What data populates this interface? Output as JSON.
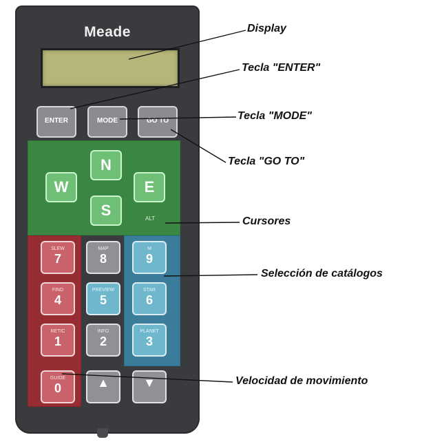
{
  "device": {
    "brand": "Meade"
  },
  "top_keys": [
    "ENTER",
    "MODE",
    "GO TO"
  ],
  "direction_keys": [
    "N",
    "W",
    "E",
    "S"
  ],
  "alt_label": "ALT",
  "numeric_keys": [
    {
      "digit": "7",
      "small": "SLEW"
    },
    {
      "digit": "8",
      "small": "MAP"
    },
    {
      "digit": "9",
      "small": "M"
    },
    {
      "digit": "4",
      "small": "FIND"
    },
    {
      "digit": "5",
      "small": "PREVIEW"
    },
    {
      "digit": "6",
      "small": "STAR"
    },
    {
      "digit": "1",
      "small": "RETIC"
    },
    {
      "digit": "2",
      "small": "INFO"
    },
    {
      "digit": "3",
      "small": "PLANET"
    },
    {
      "digit": "0",
      "small": "GUIDE"
    }
  ],
  "scroll_keys": [
    "▲",
    "▼"
  ],
  "callouts": {
    "display": "Display",
    "enter": "Tecla \"ENTER\"",
    "mode": "Tecla \"MODE\"",
    "goto": "Tecla \"GO TO\"",
    "cursors": "Cursores",
    "catalogs": "Selección de catálogos",
    "speed": "Velocidad de movimiento"
  },
  "colors": {
    "body": "#3a3b3e",
    "lcd": "#b7b67a",
    "cursor_zone": "#3ca046",
    "speed_zone": "#be282d",
    "catalog_zone": "#3c96be"
  }
}
